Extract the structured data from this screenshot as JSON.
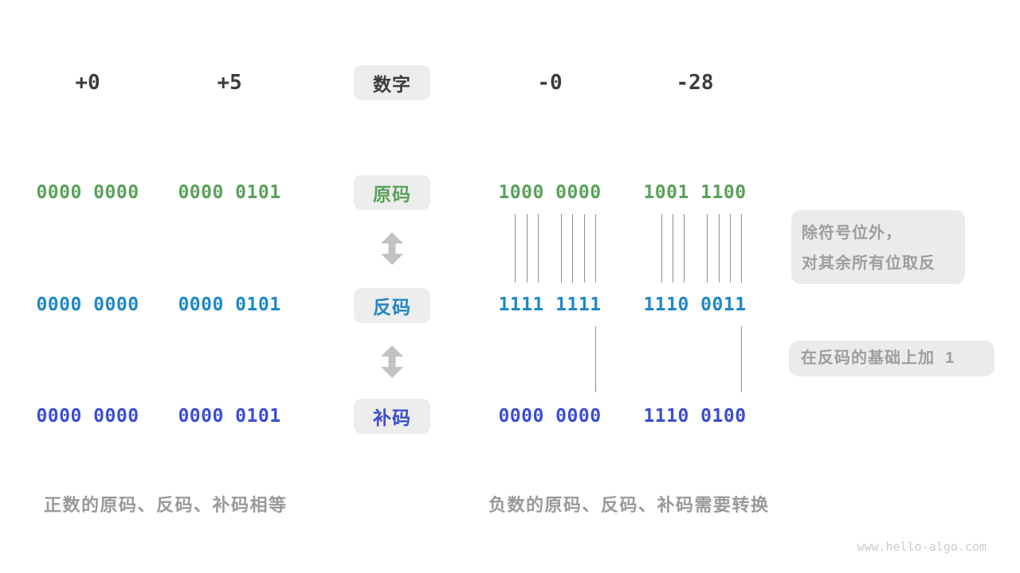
{
  "header": {
    "numbers": [
      "+0",
      "+5",
      "-0",
      "-28"
    ],
    "tag": "数字"
  },
  "rows": [
    {
      "tag": "原码",
      "values": [
        "0000 0000",
        "0000 0101",
        "1000 0000",
        "1001 1100"
      ]
    },
    {
      "tag": "反码",
      "values": [
        "0000 0000",
        "0000 0101",
        "1111 1111",
        "1110 0011"
      ]
    },
    {
      "tag": "补码",
      "values": [
        "0000 0000",
        "0000 0101",
        "0000 0000",
        "1110 0100"
      ]
    }
  ],
  "annotations": {
    "invert_line1": "除符号位外，",
    "invert_line2": "对其余所有位取反",
    "add_one": "在反码的基础上加  1"
  },
  "captions": {
    "positive": "正数的原码、反码、补码相等",
    "negative": "负数的原码、反码、补码需要转换"
  },
  "watermark": "www.hello-algo.com",
  "colors": {
    "sign_magnitude": "#5AA15A",
    "ones_complement": "#1E88C7",
    "twos_complement": "#3C4DD2",
    "tag_background": "#EDEDED",
    "annotation_background": "#EBEBEB"
  }
}
